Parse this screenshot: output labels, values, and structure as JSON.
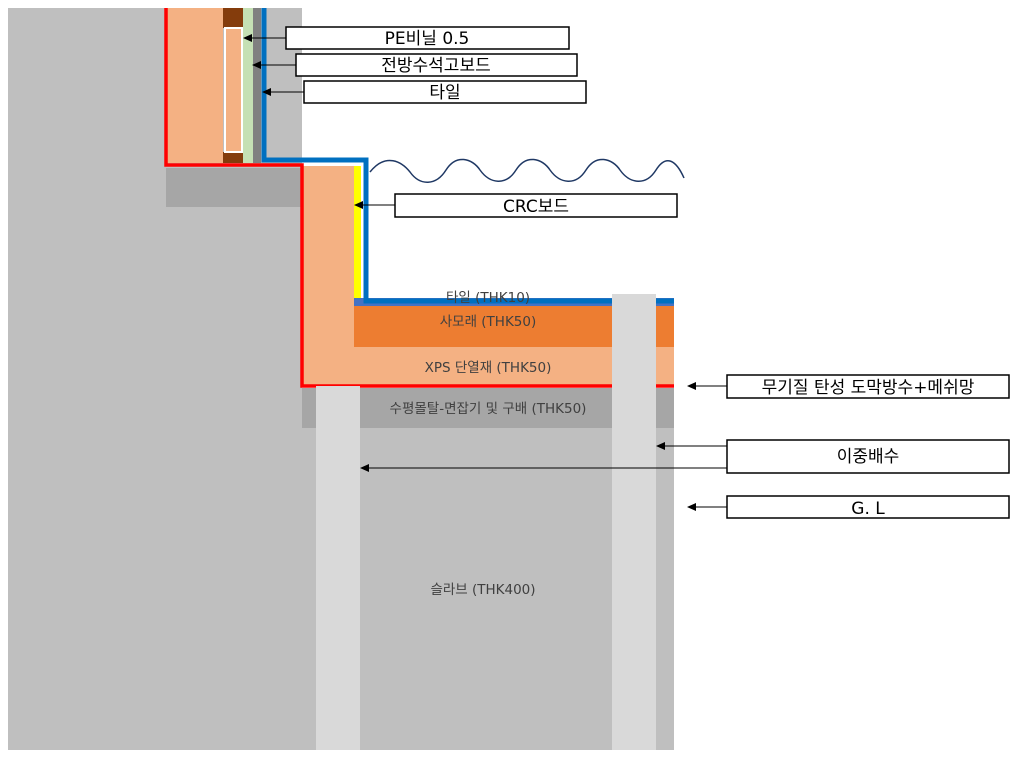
{
  "callouts": {
    "pe_vinyl": "PE비닐 0.5",
    "waterproof_gypsum": "전방수석고보드",
    "tile_wall": "타일",
    "crc_board": "CRC보드",
    "inorganic_membrane": "무기질 탄성 도막방수+메쉬망",
    "double_drain": "이중배수",
    "ground_level": "G. L"
  },
  "layers": {
    "tile": "타일 (THK10)",
    "sand": "사모래 (THK50)",
    "xps": "XPS 단열재 (THK50)",
    "mortar": "수평몰탈-면잡기 및 구배 (THK50)",
    "slab": "슬라브 (THK400)"
  },
  "colors": {
    "concrete": "#bfbfbf",
    "dark_concrete": "#a6a6a6",
    "insulation": "#f4b183",
    "sand": "#ed7d31",
    "tile": "#4472c4",
    "water_blue": "#0070c0",
    "membrane_red": "#ff0000",
    "crc_yellow": "#ffff00",
    "wood_brown": "#843c0c",
    "gypsum_green": "#c5e0b4",
    "drain_pipe": "#d9d9d9"
  }
}
